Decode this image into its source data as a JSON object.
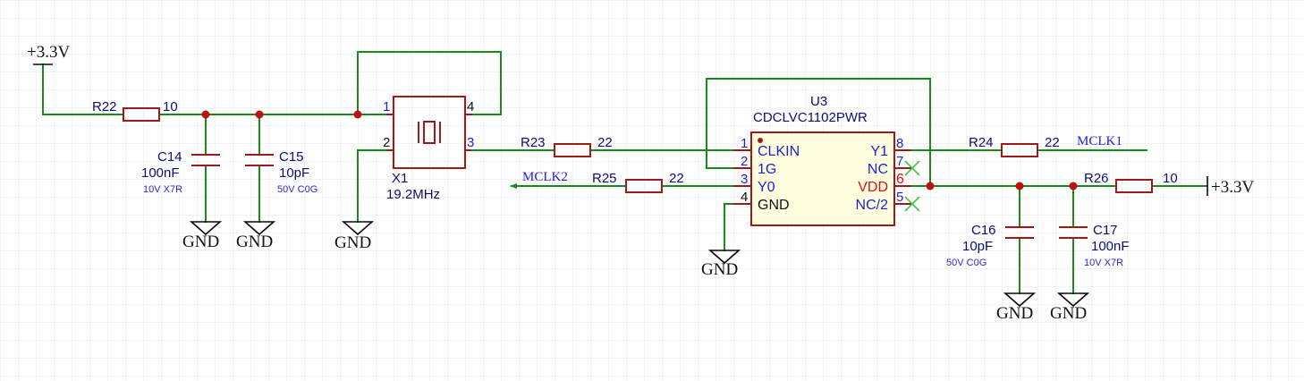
{
  "power": {
    "left": "+3.3V",
    "right": "+3.3V"
  },
  "ground_label": "GND",
  "nets": {
    "mclk1": "MCLK1",
    "mclk2": "MCLK2"
  },
  "resistors": [
    {
      "ref": "R22",
      "value": "10"
    },
    {
      "ref": "R23",
      "value": "22"
    },
    {
      "ref": "R24",
      "value": "22"
    },
    {
      "ref": "R25",
      "value": "22"
    },
    {
      "ref": "R26",
      "value": "10"
    }
  ],
  "capacitors": [
    {
      "ref": "C14",
      "value": "100nF",
      "rating": "10V X7R"
    },
    {
      "ref": "C15",
      "value": "10pF",
      "rating": "50V C0G"
    },
    {
      "ref": "C16",
      "value": "10pF",
      "rating": "50V C0G"
    },
    {
      "ref": "C17",
      "value": "100nF",
      "rating": "10V X7R"
    }
  ],
  "crystal": {
    "ref": "X1",
    "value": "19.2MHz",
    "pins": [
      "1",
      "2",
      "3",
      "4"
    ]
  },
  "ic": {
    "ref": "U3",
    "part": "CDCLVC1102PWR",
    "left_pins": [
      {
        "num": "1",
        "name": "CLKIN"
      },
      {
        "num": "2",
        "name": "1G"
      },
      {
        "num": "3",
        "name": "Y0"
      },
      {
        "num": "4",
        "name": "GND"
      }
    ],
    "right_pins": [
      {
        "num": "8",
        "name": "Y1"
      },
      {
        "num": "7",
        "name": "NC"
      },
      {
        "num": "6",
        "name": "VDD"
      },
      {
        "num": "5",
        "name": "NC/2"
      }
    ]
  },
  "colors": {
    "wire": "#1b8a1b",
    "component": "#a01818",
    "junction": "#c01010",
    "text": "#0d0d6e",
    "pin_blue": "#1f1fd0",
    "power_pin": "#e01010",
    "no_connect": "#3ec83e",
    "grid": "#e4e4e4",
    "ic_fill": "#ffffe0"
  }
}
